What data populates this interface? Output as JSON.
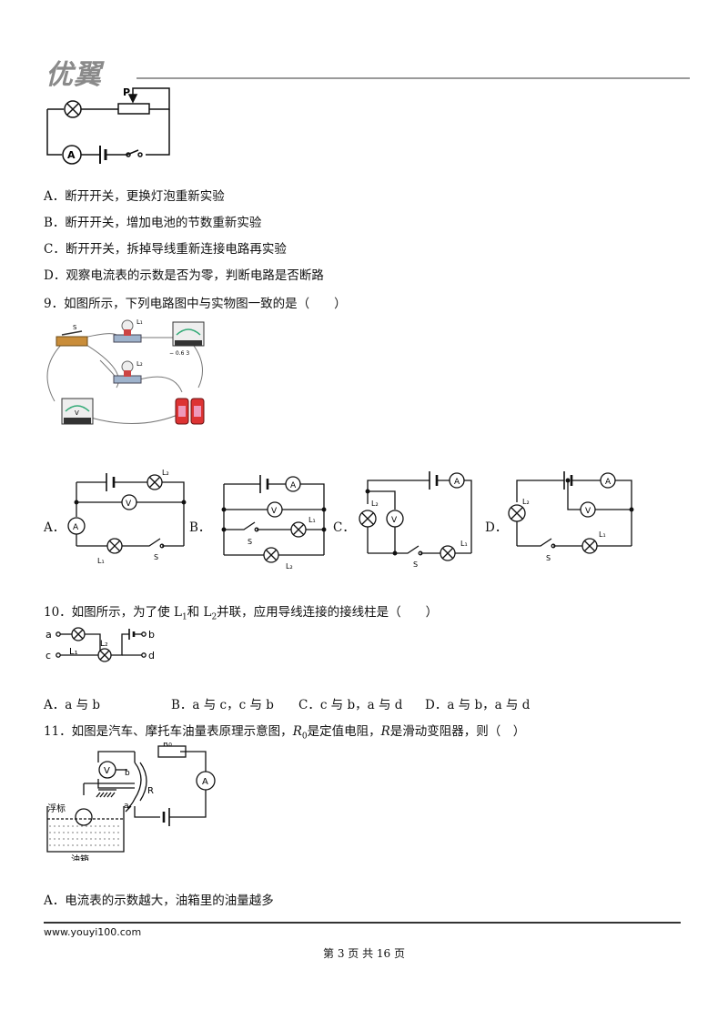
{
  "header": {
    "logo_text": "优翼"
  },
  "q8_options": [
    "A．断开开关，更换灯泡重新实验",
    "B．断开开关，增加电池的节数重新实验",
    "C．断开开关，拆掉导线重新连接电路再实验",
    "D．观察电流表的示数是否为零，判断电路是否断路"
  ],
  "q8_figure": {
    "slider_label": "P",
    "ammeter_label": "A"
  },
  "q9": {
    "stem": "9．如图所示，下列电路图中与实物图一致的是（　　）",
    "photo_labels": {
      "switch": "S",
      "lamp1": "L₁",
      "lamp2": "L₂",
      "meter_scale": "− 0.6 3",
      "voltmeter": "V"
    },
    "option_letters": [
      "A．",
      "B．",
      "C．",
      "D．"
    ],
    "diagram_labels": {
      "ammeter": "A",
      "voltmeter": "V",
      "lamp1": "L₁",
      "lamp2": "L₂",
      "switch": "S"
    }
  },
  "q10": {
    "stem_prefix": "10．如图所示，为了使 L",
    "stem_sub1": "1",
    "stem_mid": "和 L",
    "stem_sub2": "2",
    "stem_suffix": "并联，应用导线连接的接线柱是（　　）",
    "terminals": {
      "a": "a",
      "b": "b",
      "c": "c",
      "d": "d"
    },
    "lamp1": "L₁",
    "lamp2": "L₂",
    "options": [
      "A．a 与 b",
      "B．a 与 c，c 与 b",
      "C．c 与 b，a 与 d",
      "D．a 与 b，a 与 d"
    ]
  },
  "q11": {
    "stem_prefix": "11．如图是汽车、摩托车油量表原理示意图，",
    "r0": "R",
    "r0_sub": "0",
    "stem_mid1": "是定值电阻，",
    "r": "R",
    "stem_mid2": "是滑动变阻器，则（　）",
    "figure_labels": {
      "float": "浮标",
      "tank": "油箱",
      "voltmeter": "V",
      "ammeter": "A",
      "r0": "R₀",
      "r": "R",
      "a": "a",
      "b": "b"
    },
    "option_a": "A．电流表的示数越大，油箱里的油量越多"
  },
  "footer": {
    "url": "www.youyi100.com",
    "page_text": "第 3 页 共 16 页"
  }
}
